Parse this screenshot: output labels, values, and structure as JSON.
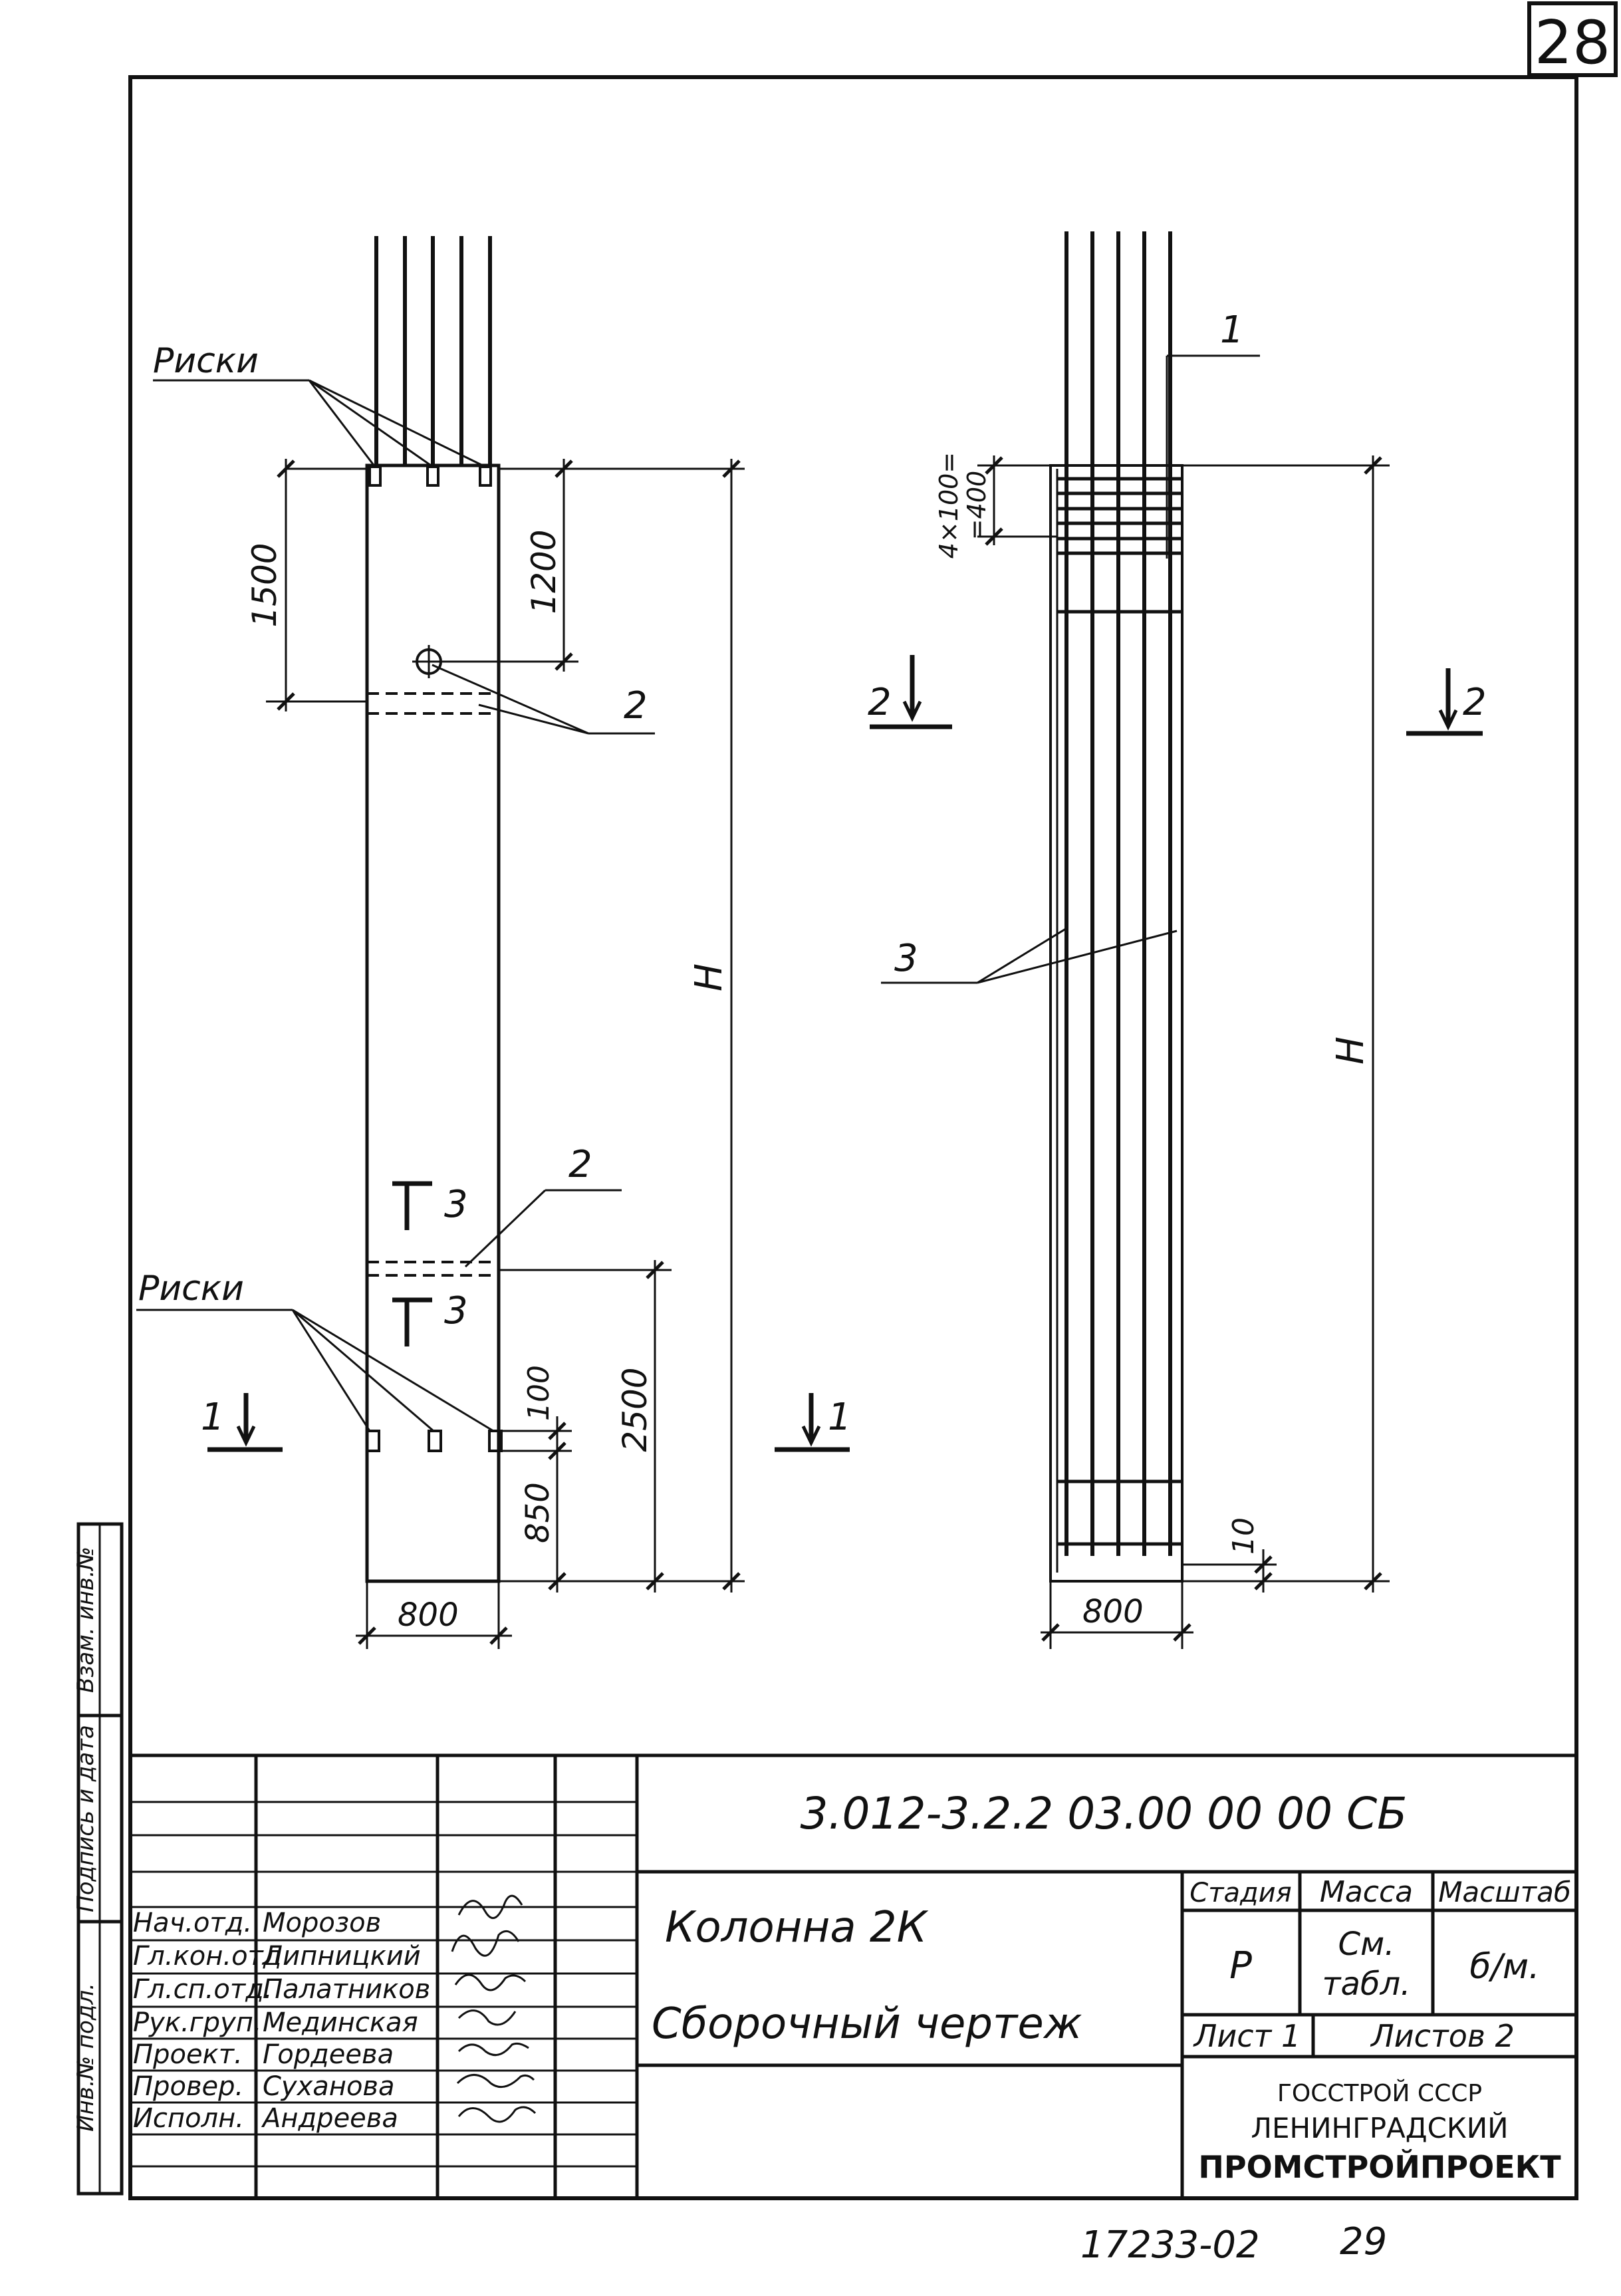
{
  "sheet_number": "28",
  "drawing": {
    "left_view": {
      "label_marks_top": "Риски",
      "label_marks_bottom": "Риски",
      "dim_1500": "1500",
      "dim_1200": "1200",
      "dim_h": "H",
      "dim_2500": "2500",
      "dim_100": "100",
      "dim_850": "850",
      "dim_width": "800",
      "callout_2_top": "2",
      "callout_2_bottom": "2",
      "section_3_top": "3",
      "section_3_bottom": "3",
      "section_1_left": "1",
      "section_1_right": "1"
    },
    "right_view": {
      "callout_1": "1",
      "callout_3": "3",
      "dim_stirrups_a": "4×100=",
      "dim_stirrups_b": "=400",
      "dim_h": "H",
      "dim_10": "10",
      "dim_width": "800",
      "section_2_left": "2",
      "section_2_right": "2"
    }
  },
  "side_stamp": {
    "cell_1": "Взам. инв.№",
    "cell_2": "Подпись и дата",
    "cell_3": "Инв.№ подл."
  },
  "title_block": {
    "document_code": "3.012-3.2.2   03.00 00 00 СБ",
    "title_line_1": "Колонна  2К",
    "title_line_2": "Сборочный  чертеж",
    "headers": {
      "stage": "Стадия",
      "mass": "Масса",
      "scale": "Масштаб"
    },
    "stage_value": "Р",
    "mass_value_1": "См.",
    "mass_value_2": "табл.",
    "scale_value": "б/м.",
    "sheet": "Лист 1",
    "sheets": "Листов  2",
    "org_line_1": "ГОССТРОЙ СССР",
    "org_line_2": "ЛЕНИНГРАДСКИЙ",
    "org_line_3": "ПРОМСТРОЙПРОЕКТ",
    "staff": [
      {
        "role": "Нач.отд.",
        "name": "Морозов"
      },
      {
        "role": "Гл.кон.отд",
        "name": "Липницкий"
      },
      {
        "role": "Гл.сп.отд.",
        "name": "Палатников"
      },
      {
        "role": "Рук.груп.",
        "name": "Мединская"
      },
      {
        "role": "Проект.",
        "name": "Гордеева"
      },
      {
        "role": "Провер.",
        "name": "Суханова"
      },
      {
        "role": "Исполн.",
        "name": "Андреева"
      }
    ]
  },
  "footer": {
    "order_number": "17233-02",
    "page": "29"
  }
}
